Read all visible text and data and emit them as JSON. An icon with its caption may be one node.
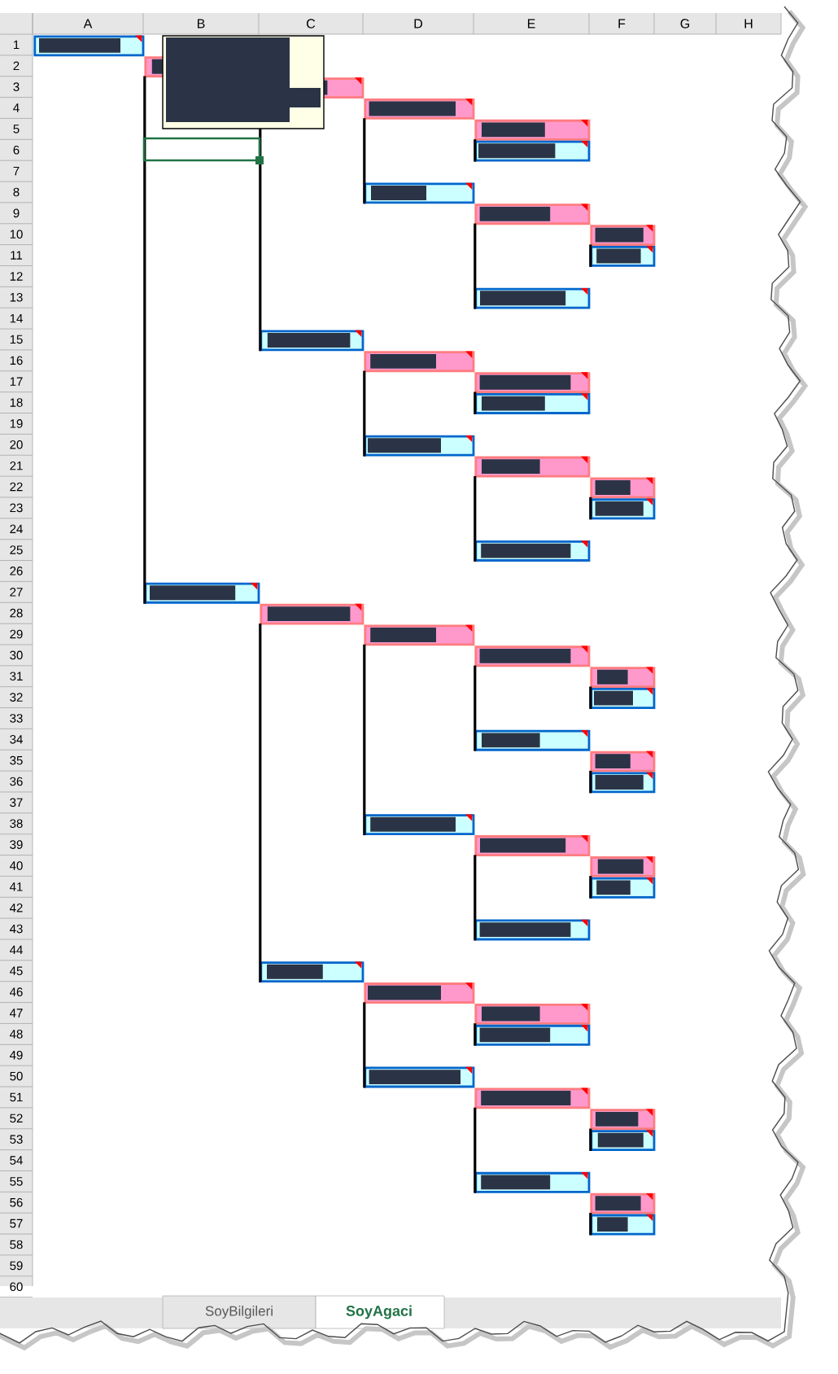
{
  "diagram": {
    "nodes": [
      {
        "text": [],
        "shape": "box"
      },
      {
        "text": [],
        "shape": "box"
      },
      {
        "text": [],
        "shape": "box"
      },
      {
        "text": [],
        "shape": "box"
      },
      {
        "text": [],
        "shape": "box"
      },
      {
        "text": [],
        "shape": "box"
      },
      {
        "text": [],
        "shape": "box"
      },
      {
        "text": [],
        "shape": "box"
      },
      {
        "text": [],
        "shape": "box"
      },
      {
        "text": [],
        "shape": "box"
      },
      {
        "text": [],
        "shape": "box"
      },
      {
        "text": [],
        "shape": "box"
      },
      {
        "text": [],
        "shape": "box"
      },
      {
        "text": [],
        "shape": "box"
      },
      {
        "text": [],
        "shape": "box"
      },
      {
        "text": [],
        "shape": "box"
      },
      {
        "text": [],
        "shape": "box"
      },
      {
        "text": [],
        "shape": "box"
      },
      {
        "text": [],
        "shape": "box"
      },
      {
        "text": [],
        "shape": "box"
      },
      {
        "text": [],
        "shape": "box"
      },
      {
        "text": [],
        "shape": "box"
      },
      {
        "text": [],
        "shape": "box"
      },
      {
        "text": [],
        "shape": "box"
      },
      {
        "text": [],
        "shape": "box"
      },
      {
        "text": [],
        "shape": "box"
      },
      {
        "text": [],
        "shape": "box"
      },
      {
        "text": [],
        "shape": "box"
      },
      {
        "text": [],
        "shape": "box"
      },
      {
        "text": [],
        "shape": "box"
      },
      {
        "text": [],
        "shape": "box"
      },
      {
        "text": [],
        "shape": "box"
      },
      {
        "text": [],
        "shape": "box"
      },
      {
        "text": [],
        "shape": "box"
      },
      {
        "text": [],
        "shape": "box"
      },
      {
        "text": [],
        "shape": "box"
      },
      {
        "text": [],
        "shape": "box"
      },
      {
        "text": [],
        "shape": "box"
      },
      {
        "text": [],
        "shape": "box"
      },
      {
        "text": [],
        "shape": "box"
      },
      {
        "text": [],
        "shape": "box"
      },
      {
        "text": [],
        "shape": "box"
      },
      {
        "text": [],
        "shape": "box"
      },
      {
        "text": [],
        "shape": "box"
      },
      {
        "text": [],
        "shape": "box"
      }
    ],
    "edges": [
      {
        "from": 1,
        "to": 20,
        "arrow": "none"
      },
      {
        "from": 2,
        "to": 11,
        "arrow": "none"
      },
      {
        "from": 3,
        "to": 6,
        "arrow": "none"
      },
      {
        "from": 4,
        "to": 5,
        "arrow": "none"
      },
      {
        "from": 7,
        "to": 10,
        "arrow": "none"
      },
      {
        "from": 8,
        "to": 9,
        "arrow": "none"
      },
      {
        "from": 12,
        "to": 15,
        "arrow": "none"
      },
      {
        "from": 13,
        "to": 14,
        "arrow": "none"
      },
      {
        "from": 16,
        "to": 19,
        "arrow": "none"
      },
      {
        "from": 17,
        "to": 18,
        "arrow": "none"
      },
      {
        "from": 21,
        "to": 34,
        "arrow": "none"
      },
      {
        "from": 22,
        "to": 29,
        "arrow": "none"
      },
      {
        "from": 23,
        "to": 26,
        "arrow": "none"
      },
      {
        "from": 24,
        "to": 25,
        "arrow": "none"
      },
      {
        "from": 27,
        "to": 28,
        "arrow": "none"
      },
      {
        "from": 30,
        "to": 33,
        "arrow": "none"
      },
      {
        "from": 31,
        "to": 32,
        "arrow": "none"
      },
      {
        "from": 35,
        "to": 38,
        "arrow": "none"
      },
      {
        "from": 36,
        "to": 37,
        "arrow": "none"
      },
      {
        "from": 39,
        "to": 42,
        "arrow": "none"
      },
      {
        "from": 40,
        "to": 41,
        "arrow": "none"
      },
      {
        "from": 43,
        "to": 44,
        "arrow": "none"
      }
    ],
    "labels": [
      "A",
      "B",
      "C",
      "D",
      "E",
      "F",
      "G",
      "H",
      "1",
      "2",
      "3",
      "4",
      "5",
      "6",
      "7",
      "8",
      "9",
      "10",
      "11",
      "12",
      "13",
      "14",
      "15",
      "16",
      "17",
      "18",
      "19",
      "20",
      "21",
      "22",
      "23",
      "24",
      "25",
      "26",
      "27",
      "28",
      "29",
      "30",
      "31",
      "32",
      "33",
      "34",
      "35",
      "36",
      "37",
      "38",
      "39",
      "40",
      "41",
      "42",
      "43",
      "44",
      "45",
      "46",
      "47",
      "48",
      "49",
      "50",
      "51",
      "52",
      "53",
      "54",
      "55",
      "56",
      "57",
      "58",
      "59",
      "60",
      "SoyBilgileri",
      "SoyAgaci"
    ]
  }
}
